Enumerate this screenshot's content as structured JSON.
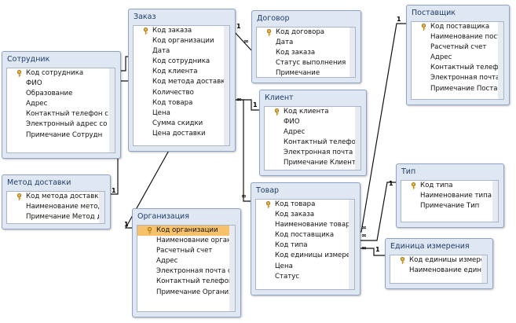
{
  "tables": [
    {
      "id": "sotrudnik",
      "title": "Сотрудник",
      "fields": [
        "Код сотрудника",
        "ФИО",
        "Образование",
        "Адрес",
        "Контактный телефон с",
        "Электронный адрес со",
        "Примечание Сотрудн"
      ],
      "pk": [
        0
      ],
      "selected": null
    },
    {
      "id": "metod",
      "title": "Метод доставки",
      "fields": [
        "Код метода доставки",
        "Наименование метода",
        "Примечание Метод до"
      ],
      "pk": [
        0
      ],
      "selected": null
    },
    {
      "id": "zakaz",
      "title": "Заказ",
      "fields": [
        "Код заказа",
        "Код организации",
        "Дата",
        "Код сотрудника",
        "Код клиента",
        "Код метода доставки",
        "Количество",
        "Код товара",
        "Цена",
        "Сумма скидки",
        "Цена доставки"
      ],
      "pk": [
        0
      ],
      "selected": null
    },
    {
      "id": "organizaciya",
      "title": "Организация",
      "fields": [
        "Код организации",
        "Наименование органи",
        "Расчетный счет",
        "Адрес",
        "Электронная почта ор",
        "Контактный телефон о",
        "Примечание Организ"
      ],
      "pk": [
        0
      ],
      "selected": 0
    },
    {
      "id": "dogovor",
      "title": "Договор",
      "fields": [
        "Код договора",
        "Дата",
        "Код заказа",
        "Статус выполнения",
        "Примечание"
      ],
      "pk": [
        0
      ],
      "selected": null
    },
    {
      "id": "klient",
      "title": "Клиент",
      "fields": [
        "Код клиента",
        "ФИО",
        "Адрес",
        "Контактный телефон к",
        "Электронная почта кл",
        "Примечание Клиент"
      ],
      "pk": [
        0
      ],
      "selected": null
    },
    {
      "id": "tovar",
      "title": "Товар",
      "fields": [
        "Код товара",
        "Код заказа",
        "Наименование товара",
        "Код поставщика",
        "Код типа",
        "Код единицы измерения",
        "Цена",
        "Статус"
      ],
      "pk": [
        0
      ],
      "selected": null
    },
    {
      "id": "postavshik",
      "title": "Поставщик",
      "fields": [
        "Код поставщика",
        "Наименование постав",
        "Расчетный счет",
        "Адрес",
        "Контактный телефон п",
        "Электронная почта по",
        "Примечание Поставщ"
      ],
      "pk": [
        0
      ],
      "selected": null
    },
    {
      "id": "tip",
      "title": "Тип",
      "fields": [
        "Код типа",
        "Наименование типа",
        "Примечание Тип"
      ],
      "pk": [
        0
      ],
      "selected": null
    },
    {
      "id": "edinica",
      "title": "Единица измерения",
      "fields": [
        "Код единицы измерен",
        "Наименование едини"
      ],
      "pk": [
        0
      ],
      "selected": null
    }
  ],
  "relationships": [
    {
      "id": "zakaz-sotrudnik",
      "one": "1",
      "many": "∞"
    },
    {
      "id": "zakaz-metod",
      "one": "1",
      "many": "∞"
    },
    {
      "id": "zakaz-organizaciya",
      "one": "1",
      "many": "∞"
    },
    {
      "id": "zakaz-dogovor",
      "one": "1",
      "many": "∞"
    },
    {
      "id": "zakaz-klient",
      "one": "1",
      "many": "∞"
    },
    {
      "id": "zakaz-tovar",
      "one": "1",
      "many": "∞"
    },
    {
      "id": "tovar-postavshik",
      "one": "1",
      "many": "∞"
    },
    {
      "id": "tovar-tip",
      "one": "1",
      "many": "∞"
    },
    {
      "id": "tovar-edinica",
      "one": "1",
      "many": "∞"
    }
  ]
}
